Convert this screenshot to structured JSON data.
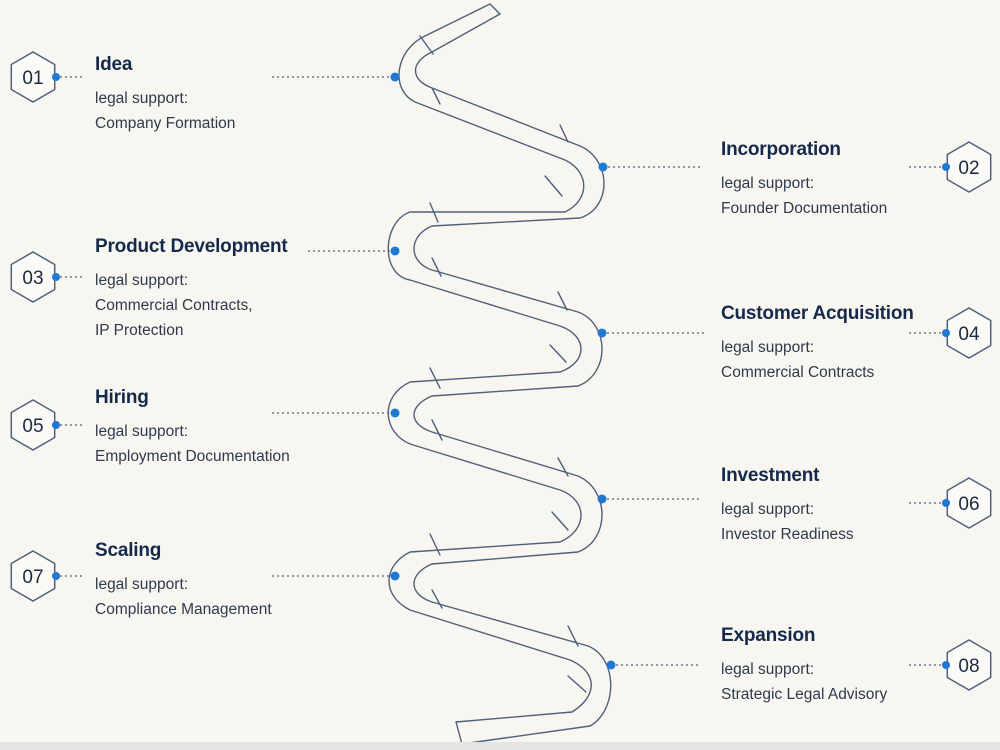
{
  "steps": [
    {
      "number": "01",
      "title": "Idea",
      "subtitle": "legal support:",
      "lines": [
        "Company Formation"
      ]
    },
    {
      "number": "02",
      "title": "Incorporation",
      "subtitle": "legal support:",
      "lines": [
        "Founder Documentation"
      ]
    },
    {
      "number": "03",
      "title": "Product Development",
      "subtitle": "legal support:",
      "lines": [
        "Commercial Contracts,",
        "IP Protection"
      ]
    },
    {
      "number": "04",
      "title": "Customer Acquisition",
      "subtitle": "legal support:",
      "lines": [
        "Commercial Contracts"
      ]
    },
    {
      "number": "05",
      "title": "Hiring",
      "subtitle": "legal support:",
      "lines": [
        "Employment Documentation"
      ]
    },
    {
      "number": "06",
      "title": "Investment",
      "subtitle": "legal support:",
      "lines": [
        "Investor Readiness"
      ]
    },
    {
      "number": "07",
      "title": "Scaling",
      "subtitle": "legal support:",
      "lines": [
        "Compliance Management"
      ]
    },
    {
      "number": "08",
      "title": "Expansion",
      "subtitle": "legal support:",
      "lines": [
        "Strategic Legal Advisory"
      ]
    }
  ],
  "colors": {
    "accent": "#1f78d1",
    "line": "#50607a",
    "text": "#152a4a",
    "background": "#f8f6f1"
  }
}
